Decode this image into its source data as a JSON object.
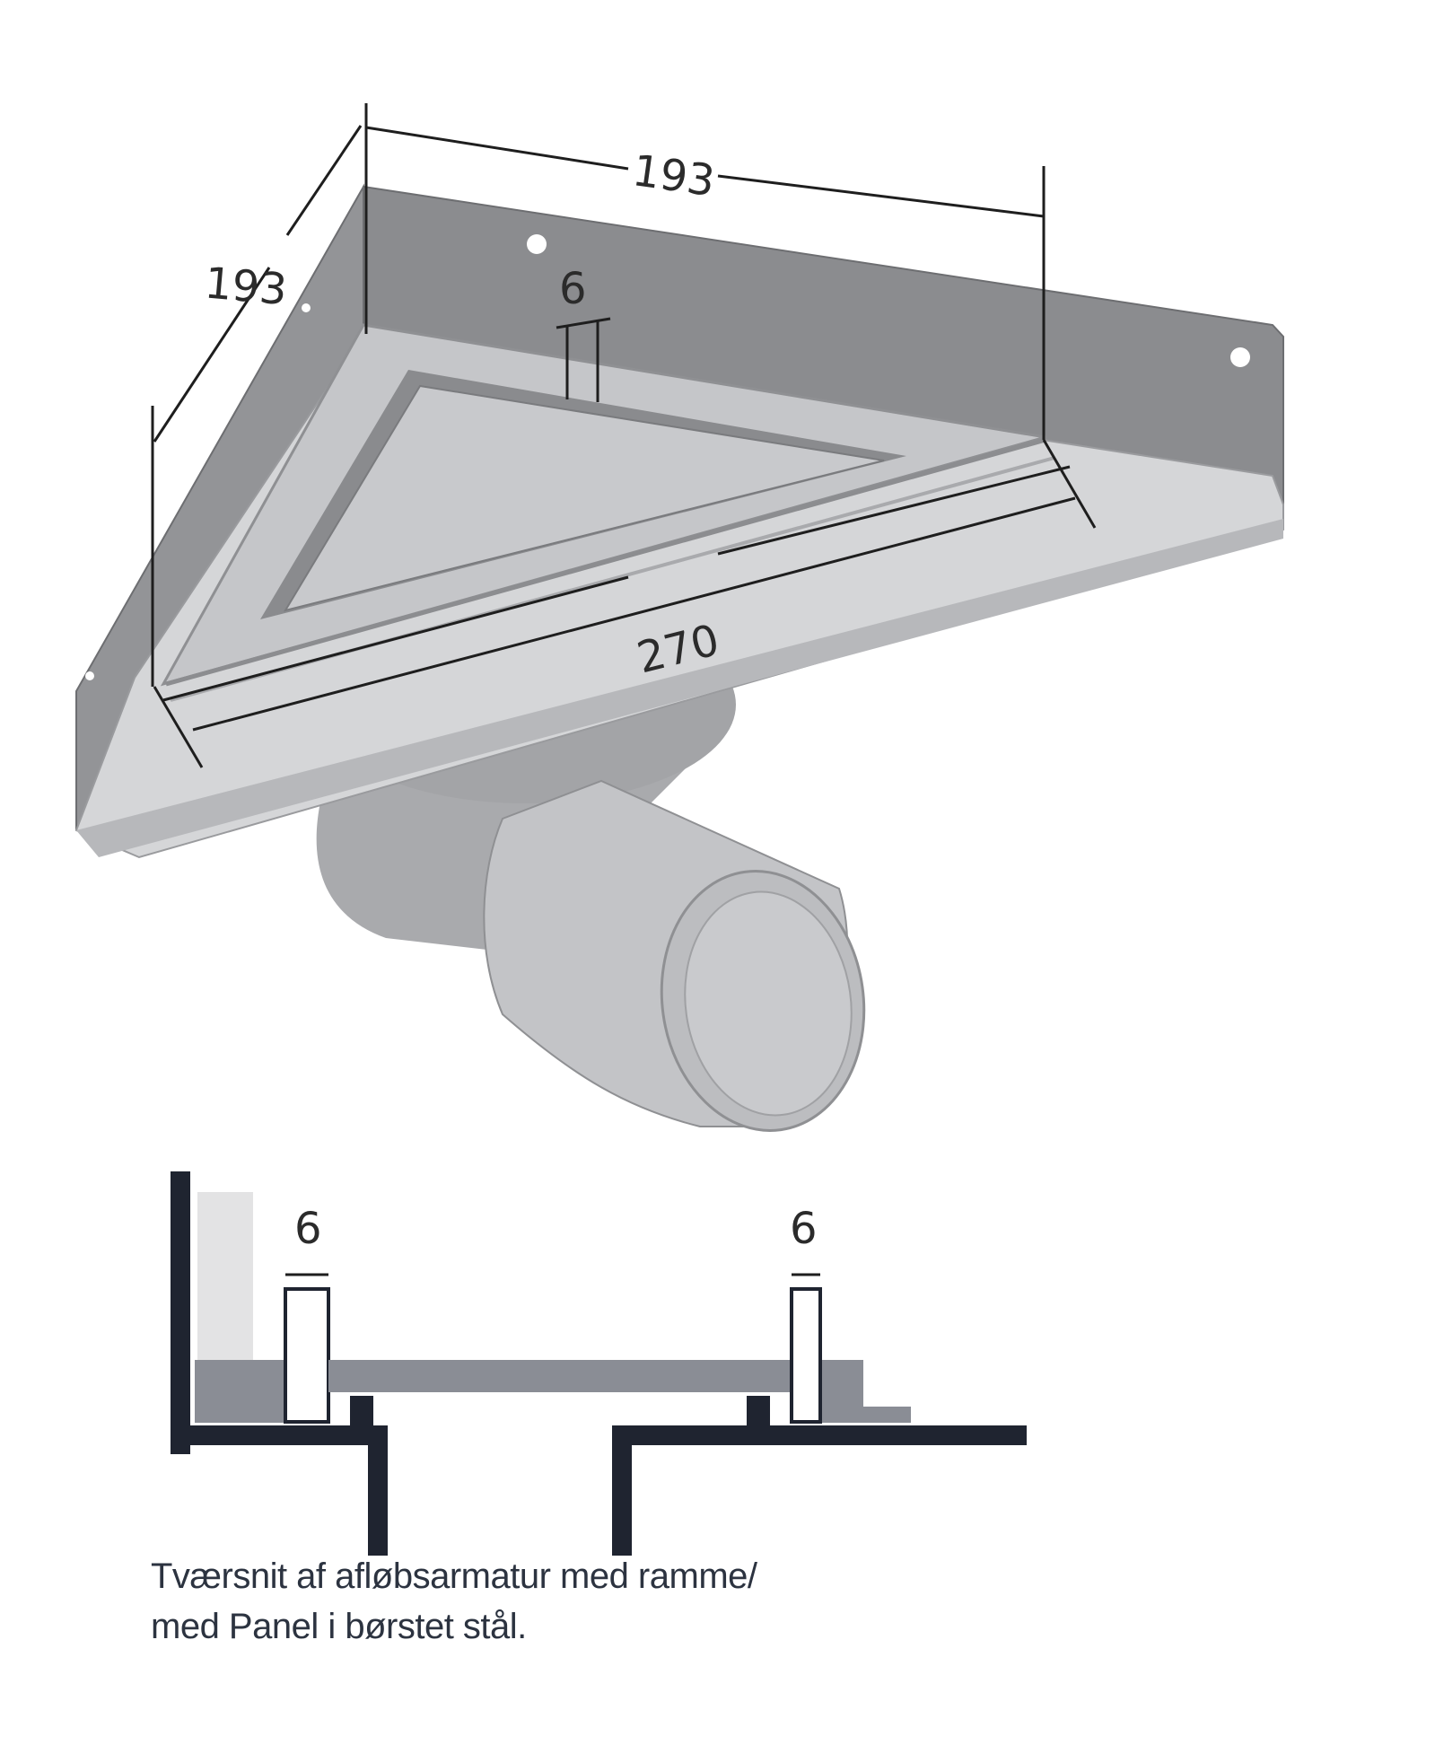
{
  "drawing": {
    "dimensions": {
      "left_edge": "193",
      "top_edge": "193",
      "gap_top": "6",
      "long_edge": "270"
    },
    "section": {
      "gap_left": "6",
      "gap_right": "6"
    }
  },
  "caption": {
    "line1": "Tværsnit af afløbsarmatur med ramme/",
    "line2": "med Panel i børstet stål."
  },
  "colors": {
    "wall": "#8c8d90",
    "floor": "#d6d7d9",
    "tray": "#bdbec1",
    "pipe": "#c4c5c8",
    "section_dark": "#1f2430",
    "section_grey": "#8a8d95",
    "section_light": "#e4e4e5"
  }
}
